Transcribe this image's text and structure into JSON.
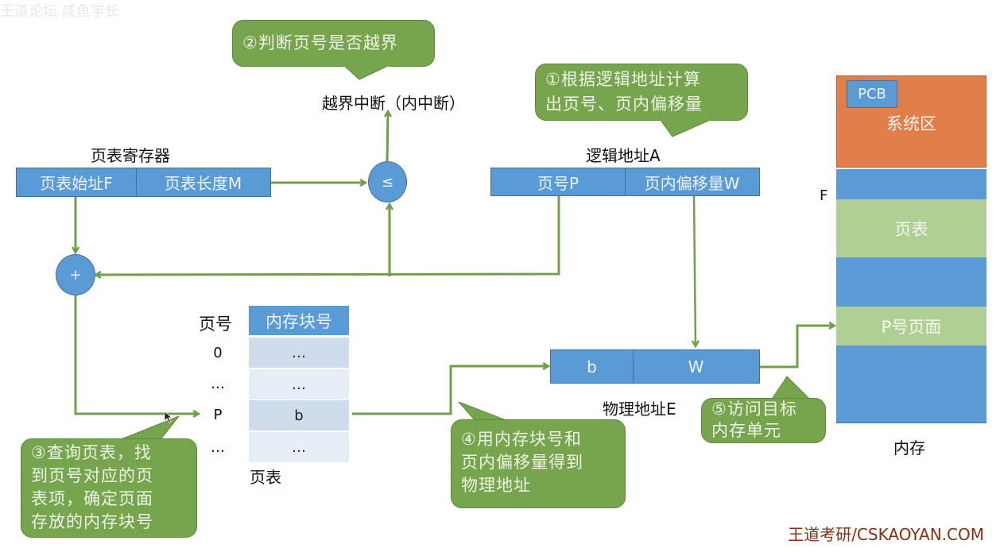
{
  "top_watermark": "王道论坛  咸鱼学长",
  "bubbles": {
    "step1": "①根据逻辑地址计算出页号、页内偏移量",
    "step1_lines": [
      "①根据逻辑地址计算",
      "出页号、页内偏移量"
    ],
    "step2": "②判断页号是否越界",
    "step3_lines": [
      "③查询页表，找",
      "到页号对应的页",
      "表项，确定页面",
      "存放的内存块号"
    ],
    "step4_lines": [
      "④用内存块号和",
      "页内偏移量得到",
      "物理地址"
    ],
    "step5_lines": [
      "⑤访问目标",
      "内存单元"
    ]
  },
  "interrupt_label": "越界中断（内中断）",
  "page_table_register": {
    "title": "页表寄存器",
    "fields": [
      "页表始址F",
      "页表长度M"
    ]
  },
  "logical_address": {
    "title": "逻辑地址A",
    "fields": [
      "页号P",
      "页内偏移量W"
    ]
  },
  "compare_op": "≤",
  "add_op": "+",
  "page_table": {
    "index_header": "页号",
    "column_header": "内存块号",
    "rows": [
      {
        "index": "0",
        "block": "…"
      },
      {
        "index": "…",
        "block": "…"
      },
      {
        "index": "P",
        "block": "b"
      },
      {
        "index": "…",
        "block": "…"
      }
    ],
    "caption": "页表"
  },
  "physical_address": {
    "title": "物理地址E",
    "fields": [
      "b",
      "W"
    ]
  },
  "memory": {
    "caption": "内存",
    "f_marker": "F",
    "pcb_label": "PCB",
    "segments": [
      {
        "label": "系统区",
        "color": "#e07f4a"
      },
      {
        "label": "",
        "color": "#5b9bd5"
      },
      {
        "label": "页表",
        "color": "#b0cf95"
      },
      {
        "label": "",
        "color": "#5b9bd5"
      },
      {
        "label": "P号页面",
        "color": "#b0cf95"
      },
      {
        "label": "",
        "color": "#5b9bd5"
      }
    ]
  },
  "colors": {
    "arrow": "#70a046",
    "box_blue": "#5b9bd5",
    "bubble_green": "#77a54d",
    "system_orange": "#e07f4a",
    "highlight_green": "#b0cf95"
  },
  "footer": "王道考研/CSKAOYAN.COM"
}
